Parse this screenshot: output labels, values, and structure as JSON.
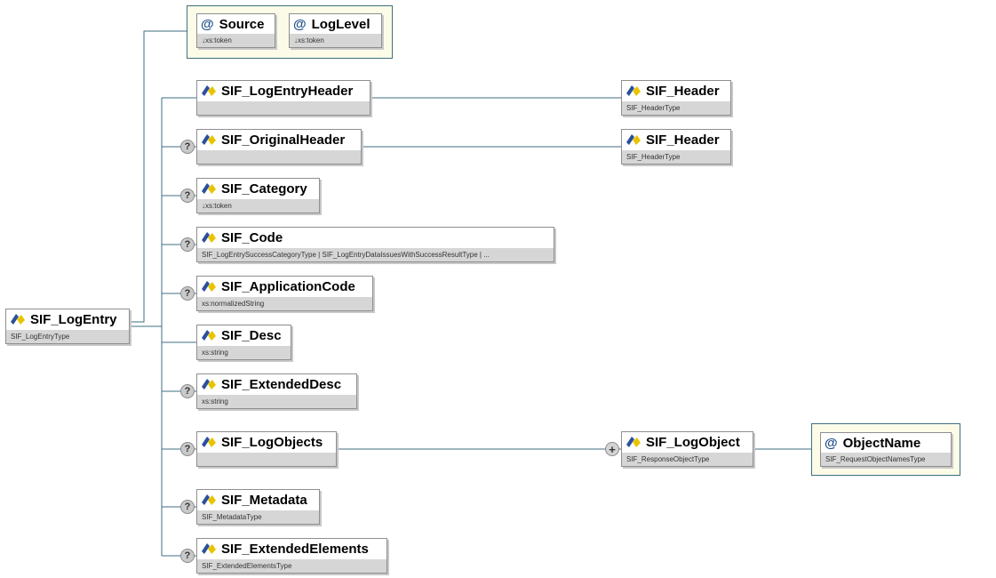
{
  "root": {
    "name": "SIF_LogEntry",
    "type": "SIF_LogEntryType"
  },
  "attributes": [
    {
      "name": "Source",
      "type": "↓xs:token"
    },
    {
      "name": "LogLevel",
      "type": "↓xs:token"
    }
  ],
  "children": [
    {
      "name": "SIF_LogEntryHeader",
      "type": "",
      "optional": false
    },
    {
      "name": "SIF_OriginalHeader",
      "type": "",
      "optional": true
    },
    {
      "name": "SIF_Category",
      "type": "↓xs:token",
      "optional": true
    },
    {
      "name": "SIF_Code",
      "type": "SIF_LogEntrySuccessCategoryType | SIF_LogEntryDataIssuesWithSuccessResultType | ...",
      "optional": true
    },
    {
      "name": "SIF_ApplicationCode",
      "type": "xs:normalizedString",
      "optional": true
    },
    {
      "name": "SIF_Desc",
      "type": "xs:string",
      "optional": false
    },
    {
      "name": "SIF_ExtendedDesc",
      "type": "xs:string",
      "optional": true
    },
    {
      "name": "SIF_LogObjects",
      "type": "",
      "optional": true
    },
    {
      "name": "SIF_Metadata",
      "type": "SIF_MetadataType",
      "optional": true
    },
    {
      "name": "SIF_ExtendedElements",
      "type": "SIF_ExtendedElementsType",
      "optional": true
    }
  ],
  "linked": [
    {
      "name": "SIF_Header",
      "type": "SIF_HeaderType"
    },
    {
      "name": "SIF_Header",
      "type": "SIF_HeaderType"
    },
    {
      "name": "SIF_LogObject",
      "type": "SIF_ResponseObjectType"
    }
  ],
  "object_name_attr": {
    "name": "ObjectName",
    "type": "SIF_RequestObjectNamesType"
  },
  "optional_symbol": "?",
  "expand_symbol": "+",
  "attr_symbol": "@",
  "colors": {
    "connector": "#3f6e83",
    "node_border": "#8f8f8f",
    "type_band": "#d6d6d6",
    "attr_bg": "#fbfbe8",
    "icon_blue": "#2a4f9c",
    "icon_yellow": "#e8c400"
  }
}
